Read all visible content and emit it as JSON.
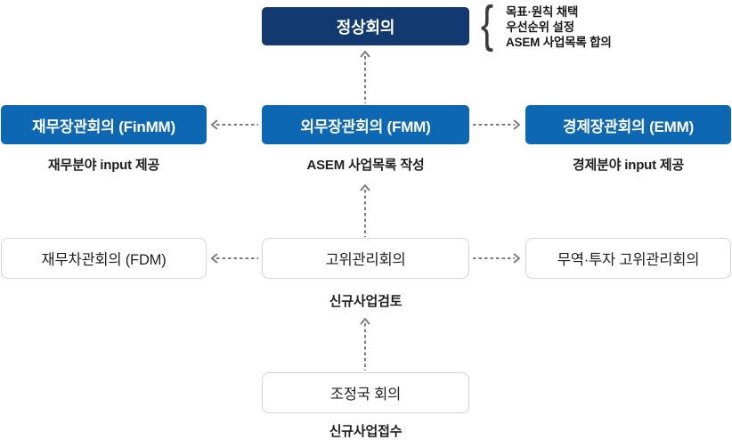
{
  "colors": {
    "navy": "#133a70",
    "blue": "#0e67b3",
    "arrow_gray": "#7d7d7d",
    "box_border": "#d5d5d5",
    "text_dark": "#1f1f1f"
  },
  "icons": {
    "brace": "{"
  },
  "diagram": {
    "summit": {
      "label": "정상회의"
    },
    "summit_outcomes": [
      "목표·원칙 채택",
      "우선순위 설정",
      "ASEM 사업목록 합의"
    ],
    "ministerials": [
      {
        "label": "재무장관회의 (FinMM)",
        "caption": "재무분야 input 제공"
      },
      {
        "label": "외무장관회의 (FMM)",
        "caption": "ASEM 사업목록 작성"
      },
      {
        "label": "경제장관회의 (EMM)",
        "caption": "경제분야 input 제공"
      }
    ],
    "senior_officials": [
      {
        "label": "재무차관회의 (FDM)"
      },
      {
        "label": "고위관리회의",
        "caption": "신규사업검토"
      },
      {
        "label": "무역·투자 고위관리회의"
      }
    ],
    "coordinator": {
      "label": "조정국 회의",
      "caption": "신규사업접수"
    }
  }
}
